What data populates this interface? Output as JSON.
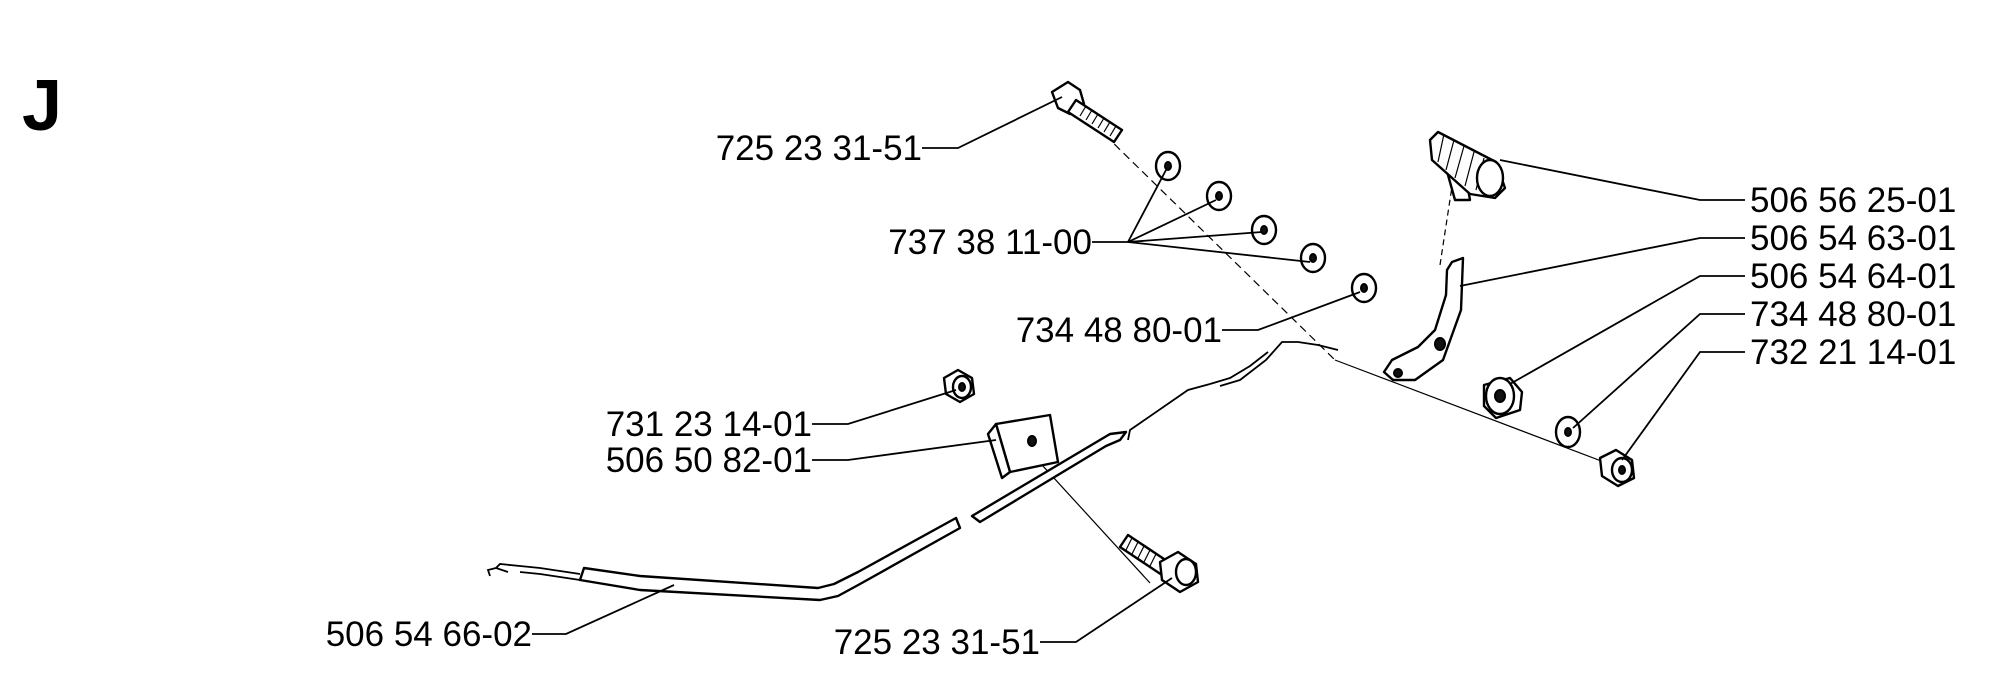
{
  "section_letter": "J",
  "labels": {
    "bolt_top": "725 23 31-51",
    "washers_group": "737 38 11-00",
    "washer_mid": "734 48 80-01",
    "knob": "506 56 25-01",
    "lever": "506 54 63-01",
    "bushing": "506 54 64-01",
    "washer_right": "734 48 80-01",
    "nut_right": "732 21 14-01",
    "nut_left": "731 23 14-01",
    "clip": "506 50 82-01",
    "cable": "506 54 66-02",
    "bolt_bottom": "725 23 31-51"
  }
}
